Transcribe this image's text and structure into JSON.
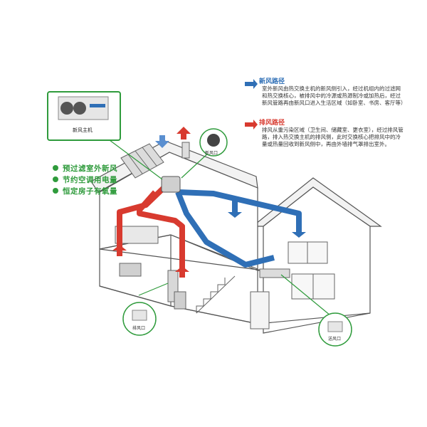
{
  "device_callout": {
    "label": "新风主机"
  },
  "fresh_air": {
    "title": "新风路径",
    "text": "室外新风由热交换主机的新风侧引入，经过机组内的过滤网和热交换核心，被排风中的冷源或热源制冷或加热后，经过新风管路再由新风口进入生活区域（如卧室、书房、客厅等）"
  },
  "exhaust_air": {
    "title": "排风路径",
    "text": "排风从重污染区域（卫生间、储藏室、更衣室），经过排风管路，排入热交换主机的排风侧，此时交换核心把排风中的冷量或热量回收到新风侧中，再由外墙排气罩排出室外。"
  },
  "benefits": [
    "预过滤室外新风",
    "节约空调用电量",
    "恒定房子有氧量"
  ],
  "vent_labels": {
    "top": "新风口",
    "exhaust": "排风口",
    "supply": "送风口"
  },
  "colors": {
    "fresh": "#2f6fb6",
    "exhaust": "#d83a2f",
    "accent": "#2f9b3c"
  }
}
